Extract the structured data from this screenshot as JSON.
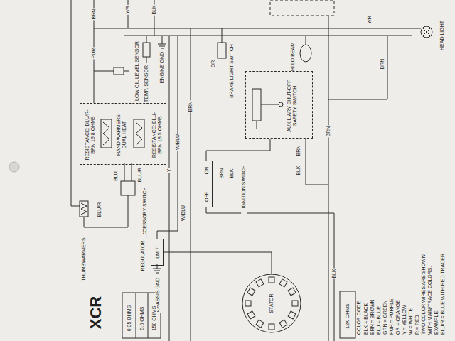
{
  "diagram": {
    "title": "XCR",
    "nodes": [
      {
        "text": [
          "RESISTANCE: BLU/R-BRN 19.8 OHMS",
          "HAND WARMERS DUAL HEAT",
          "RESISTANCE: BLU-BRN 18.5 OHMS"
        ]
      },
      {
        "text": [
          "AUXILIARY SHUT-OFF SAFETY SWITCH"
        ]
      },
      {
        "text": [
          "ON",
          "OFF",
          "IGNITION SWITCH"
        ]
      },
      {
        "text": [
          "REGULATOR",
          "LM 7"
        ]
      },
      {
        "text": [
          "STATOR"
        ]
      }
    ],
    "edges": [
      {
        "from": 2,
        "to": 1,
        "arrow": "none"
      },
      {
        "from": 3,
        "to": 4,
        "arrow": "none"
      }
    ],
    "labels": [
      "BRN",
      "PUR",
      "Y/R",
      "BLK",
      "ENGINE GND",
      "LOW OIL LEVEL SENSOR",
      "TEMP. SENSOR",
      "OR",
      "BRAKE LIGHT SWITCH",
      "Y/R",
      "HI LO BEAM",
      "BRN",
      "HEAD LIGHT",
      "BRN",
      "W/BLU",
      "Y",
      "BRN",
      "BRN",
      "BLK",
      "BLU",
      "BLU/R",
      "BLU/R",
      "THUMBWARMERS",
      "ACCESSORY SWITCH",
      "W/BLU",
      "CHASSIS GND",
      "BRN",
      "BLK",
      "BLK",
      "0.35 OHMS",
      "5.0 OHMS",
      "150 OHMS",
      "12K OHMS",
      "COLOR CODE",
      "BLK = BLACK",
      "BRN = BROWN",
      "BLU = BLUE",
      "GRN = GREEN",
      "PUR = PURPLE",
      "OR = ORANGE",
      "Y = YELLOW",
      "W = WHITE",
      "R = RED",
      "TWO COLOR WIRES ARE SHOWN",
      "WITH MAIN/TRACE COLORS.",
      "EXAMPLE:",
      "BLU/R = BLUE WITH RED TRACER"
    ]
  }
}
